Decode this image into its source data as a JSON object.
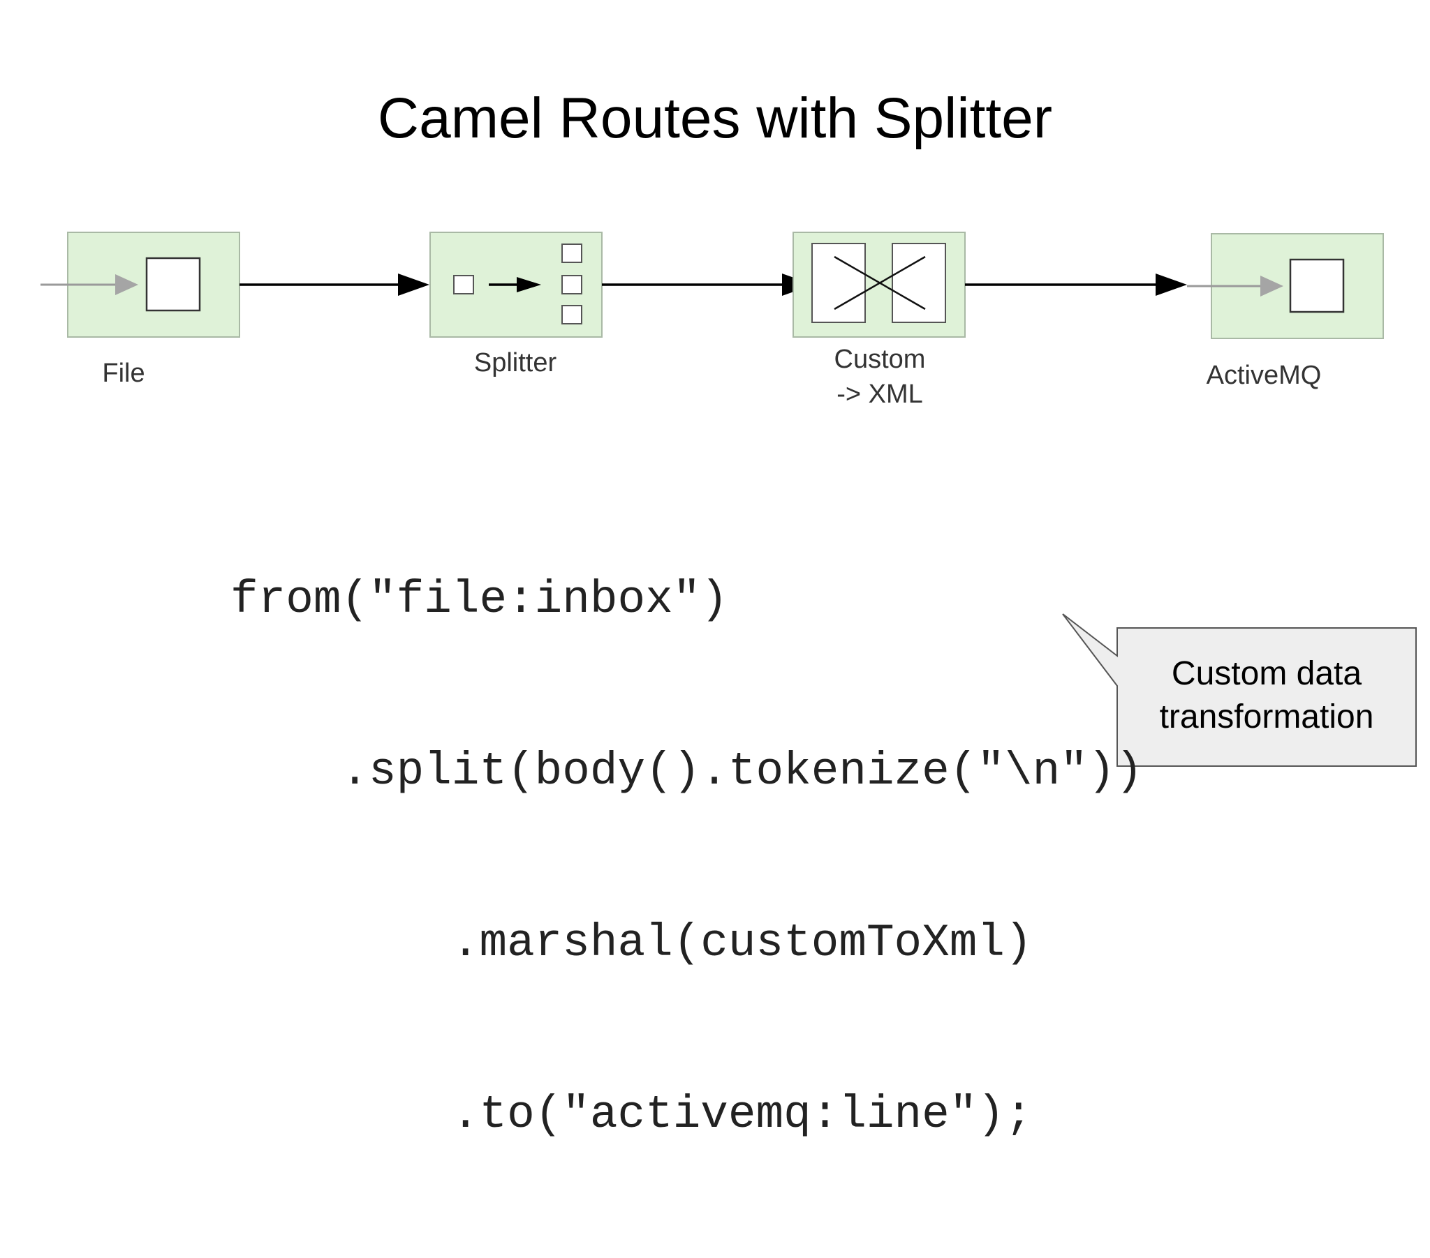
{
  "slide": {
    "title": "Camel Routes with Splitter"
  },
  "diagram": {
    "nodes": [
      {
        "id": "file",
        "label": "File"
      },
      {
        "id": "splitter",
        "label": "Splitter"
      },
      {
        "id": "custom",
        "label_line1": "Custom",
        "label_line2": "-> XML"
      },
      {
        "id": "activemq",
        "label": "ActiveMQ"
      }
    ],
    "colors": {
      "node_fill": "#dff2d8",
      "node_border": "#a9b9a5",
      "arrow": "#000000",
      "entry_arrow": "#9a9a9a"
    }
  },
  "code": {
    "lines": [
      "from(\"file:inbox\")",
      "    .split(body().tokenize(\"\\n\"))",
      "        .marshal(customToXml)",
      "        .to(\"activemq:line\");"
    ]
  },
  "callout": {
    "line1": "Custom data",
    "line2": "transformation",
    "fill": "#eeeeee",
    "border": "#555555"
  }
}
